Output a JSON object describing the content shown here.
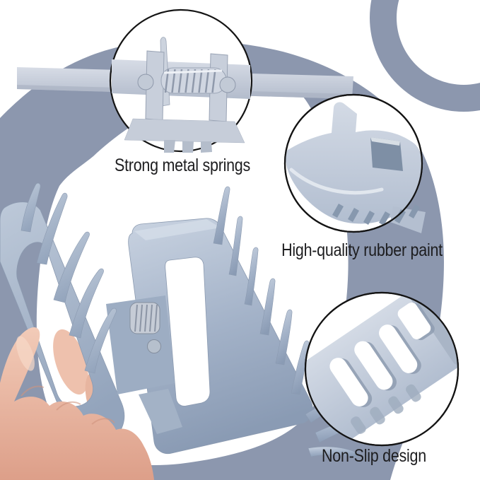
{
  "callouts": [
    {
      "id": "metal-springs",
      "label": "Strong metal springs",
      "icon": "spring-closeup-icon"
    },
    {
      "id": "rubber-paint",
      "label": "High-quality rubber paint",
      "icon": "painted-corner-closeup-icon"
    },
    {
      "id": "non-slip",
      "label": "Non-Slip design",
      "icon": "non-slip-teeth-closeup-icon"
    }
  ],
  "colors": {
    "ring": "#8c97ae",
    "outline": "#141414",
    "text": "#1d1d1f",
    "skin": "#e9bba7",
    "clip_mid": "#aebcce",
    "steel": "#c9cfdb",
    "white": "#ffffff"
  }
}
